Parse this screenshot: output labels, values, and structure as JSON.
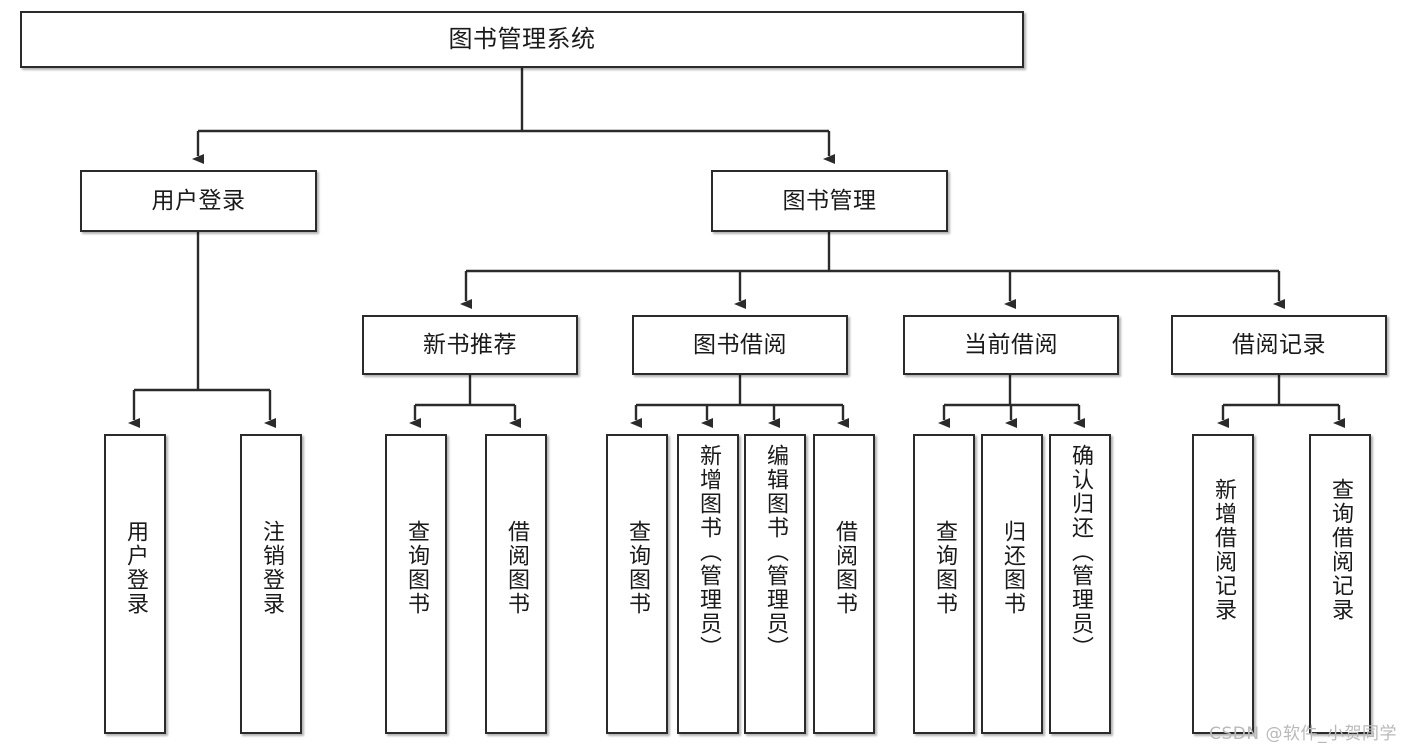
{
  "diagram": {
    "type": "tree-hierarchy-chart",
    "title": "图书管理系统",
    "colors": {
      "box_border": "#2b2b2b",
      "box_fill": "#ffffff",
      "edge": "#2b2b2b",
      "text": "#1a1a1a",
      "watermark": "#b9b9b9",
      "background": "#ffffff"
    },
    "nodes": {
      "root": {
        "label": "图书管理系统",
        "orientation": "horizontal"
      },
      "level2": [
        {
          "id": "user-login",
          "label": "用户登录",
          "orientation": "horizontal"
        },
        {
          "id": "book-manage",
          "label": "图书管理",
          "orientation": "horizontal"
        }
      ],
      "level3": [
        {
          "id": "new-book-recommend",
          "label": "新书推荐",
          "orientation": "horizontal"
        },
        {
          "id": "book-borrow",
          "label": "图书借阅",
          "orientation": "horizontal"
        },
        {
          "id": "current-borrow",
          "label": "当前借阅",
          "orientation": "horizontal"
        },
        {
          "id": "borrow-record",
          "label": "借阅记录",
          "orientation": "horizontal"
        }
      ],
      "leaves": [
        {
          "id": "leaf-user-login",
          "label": "用户登录",
          "parent": "user-login",
          "orientation": "vertical"
        },
        {
          "id": "leaf-user-logout",
          "label": "注销登录",
          "parent": "user-login",
          "orientation": "vertical"
        },
        {
          "id": "leaf-query-book-1",
          "label": "查询图书",
          "parent": "new-book-recommend",
          "orientation": "vertical"
        },
        {
          "id": "leaf-borrow-book-1",
          "label": "借阅图书",
          "parent": "new-book-recommend",
          "orientation": "vertical"
        },
        {
          "id": "leaf-query-book-2",
          "label": "查询图书",
          "parent": "book-borrow",
          "orientation": "vertical"
        },
        {
          "id": "leaf-add-book",
          "label": "新增图书（管理员）",
          "parent": "book-borrow",
          "orientation": "vertical"
        },
        {
          "id": "leaf-edit-book",
          "label": "编辑图书（管理员）",
          "parent": "book-borrow",
          "orientation": "vertical"
        },
        {
          "id": "leaf-borrow-book-2",
          "label": "借阅图书",
          "parent": "book-borrow",
          "orientation": "vertical"
        },
        {
          "id": "leaf-query-book-3",
          "label": "查询图书",
          "parent": "current-borrow",
          "orientation": "vertical"
        },
        {
          "id": "leaf-return-book",
          "label": "归还图书",
          "parent": "current-borrow",
          "orientation": "vertical"
        },
        {
          "id": "leaf-confirm-return",
          "label": "确认归还（管理员）",
          "parent": "current-borrow",
          "orientation": "vertical"
        },
        {
          "id": "leaf-add-record",
          "label": "新增借阅记录",
          "parent": "borrow-record",
          "orientation": "vertical"
        },
        {
          "id": "leaf-query-record",
          "label": "查询借阅记录",
          "parent": "borrow-record",
          "orientation": "vertical"
        }
      ]
    },
    "edges": [
      {
        "from": "root",
        "to": "user-login"
      },
      {
        "from": "root",
        "to": "book-manage"
      },
      {
        "from": "book-manage",
        "to": "new-book-recommend"
      },
      {
        "from": "book-manage",
        "to": "book-borrow"
      },
      {
        "from": "book-manage",
        "to": "current-borrow"
      },
      {
        "from": "book-manage",
        "to": "borrow-record"
      },
      {
        "from": "user-login",
        "to": "leaf-user-login"
      },
      {
        "from": "user-login",
        "to": "leaf-user-logout"
      },
      {
        "from": "new-book-recommend",
        "to": "leaf-query-book-1"
      },
      {
        "from": "new-book-recommend",
        "to": "leaf-borrow-book-1"
      },
      {
        "from": "book-borrow",
        "to": "leaf-query-book-2"
      },
      {
        "from": "book-borrow",
        "to": "leaf-add-book"
      },
      {
        "from": "book-borrow",
        "to": "leaf-edit-book"
      },
      {
        "from": "book-borrow",
        "to": "leaf-borrow-book-2"
      },
      {
        "from": "current-borrow",
        "to": "leaf-query-book-3"
      },
      {
        "from": "current-borrow",
        "to": "leaf-return-book"
      },
      {
        "from": "current-borrow",
        "to": "leaf-confirm-return"
      },
      {
        "from": "borrow-record",
        "to": "leaf-add-record"
      },
      {
        "from": "borrow-record",
        "to": "leaf-query-record"
      }
    ]
  },
  "watermark": {
    "text": "CSDN @软件_小贺同学"
  }
}
